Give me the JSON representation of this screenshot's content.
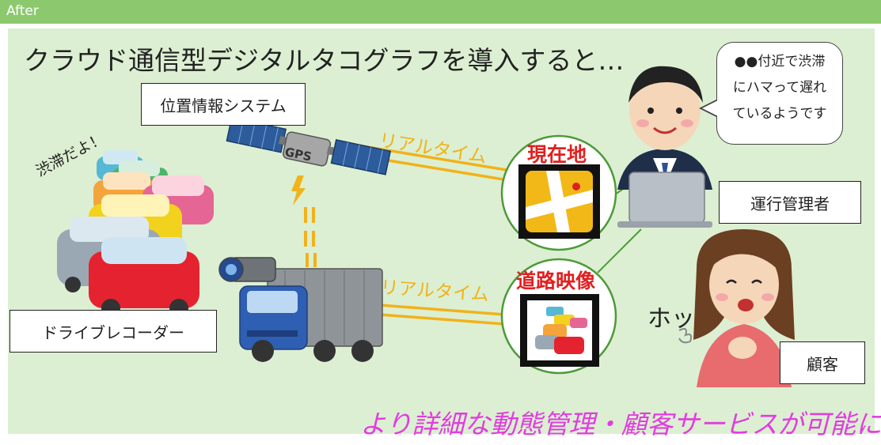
{
  "header": {
    "label": "After"
  },
  "title": "クラウド通信型デジタルタコグラフを導入すると…",
  "boxes": {
    "gps_system": "位置情報システム",
    "operator": "運行管理者",
    "recorder": "ドライブレコーダー",
    "customer": "顧客"
  },
  "bubble": {
    "lines": [
      "●●付近で渋滞",
      "にハマって遅れ",
      "ているようです"
    ]
  },
  "circles": {
    "location": "現在地",
    "video": "道路映像"
  },
  "realtime_top": "リアルタイム",
  "realtime_bottom": "リアルタイム",
  "satellite_label": "GPS",
  "jam_text": "渋滞だよ！",
  "relief_text": "ホッ",
  "footer": "より詳細な動態管理・顧客サービスが可能に",
  "colors": {
    "header": "#8cc96e",
    "panel": "#dcefd2",
    "highlight_red": "#e02020",
    "realtime_yellow": "#f1b21a",
    "footer_magenta": "#e23ce0",
    "circle_green": "#4e9a3a"
  }
}
